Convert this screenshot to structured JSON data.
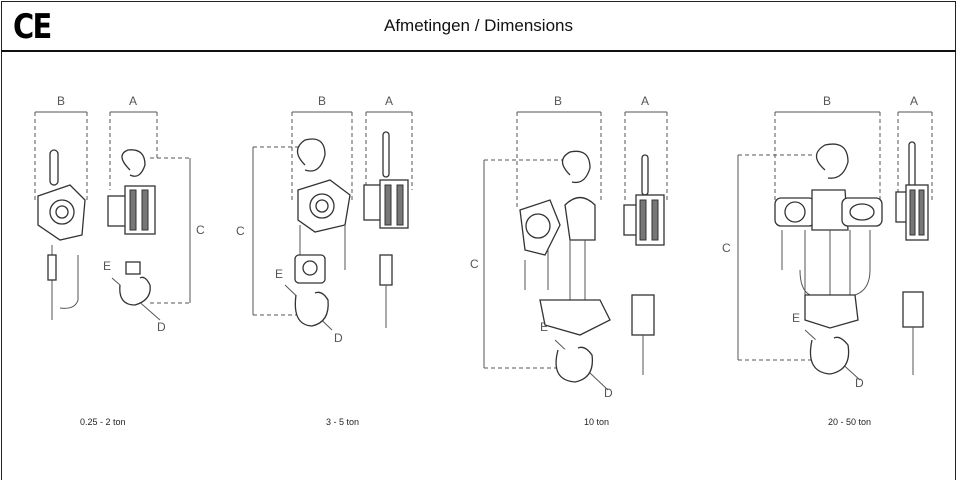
{
  "header": {
    "logo": "CE",
    "title": "Afmetingen / Dimensions"
  },
  "figures": [
    {
      "caption": "0.25 - 2 ton",
      "labels": {
        "a": "A",
        "b": "B",
        "c": "C",
        "d": "D",
        "e": "E"
      }
    },
    {
      "caption": "3 - 5 ton",
      "labels": {
        "a": "A",
        "b": "B",
        "c": "C",
        "d": "D",
        "e": "E"
      }
    },
    {
      "caption": "10 ton",
      "labels": {
        "a": "A",
        "b": "B",
        "c": "C",
        "d": "D",
        "e": "E"
      }
    },
    {
      "caption": "20 - 50 ton",
      "labels": {
        "a": "A",
        "b": "B",
        "c": "C",
        "d": "D",
        "e": "E"
      }
    }
  ]
}
